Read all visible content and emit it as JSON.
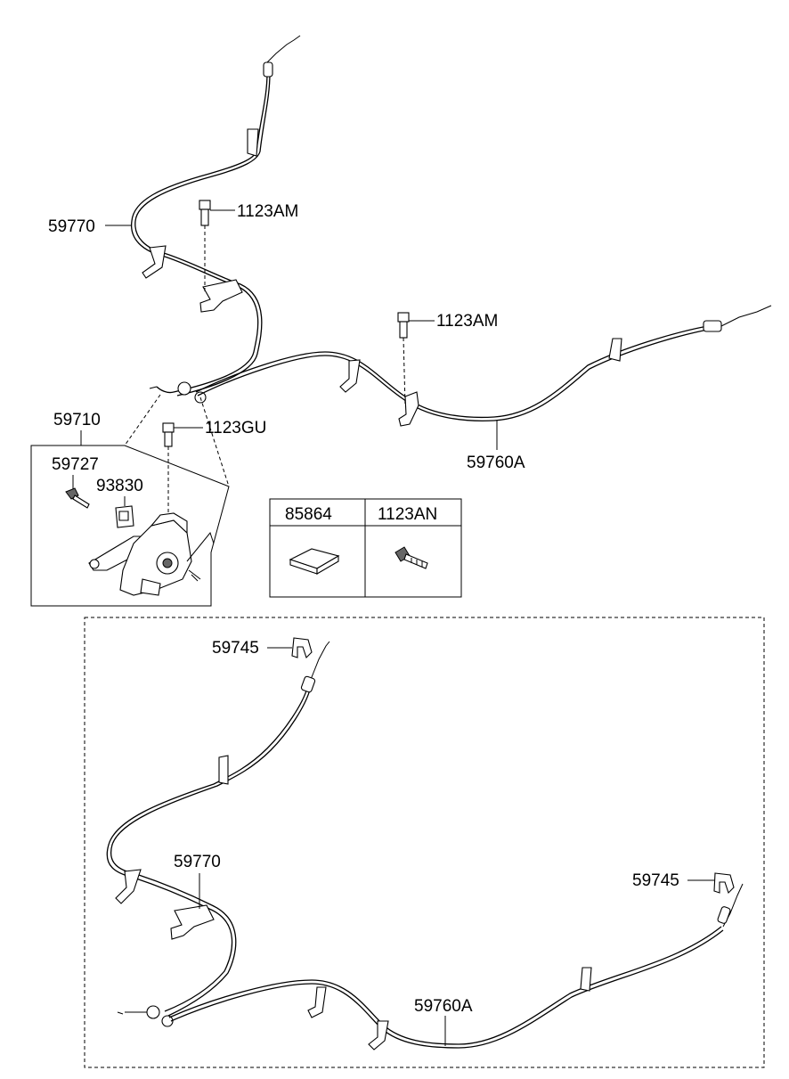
{
  "diagram": {
    "labels": {
      "cable_front_top": "59770",
      "bolt_1": "1123AM",
      "bolt_2": "1123AM",
      "lever_assembly": "59710",
      "bolt_lever": "1123GU",
      "cable_rear_top": "59760A",
      "bolt_small": "59727",
      "bracket_small": "93830",
      "clip_top": "59745",
      "cable_front_bottom": "59770",
      "clip_right": "59745",
      "cable_rear_bottom": "59760A"
    },
    "legend_table": {
      "headers": [
        "85864",
        "1123AN"
      ]
    }
  }
}
